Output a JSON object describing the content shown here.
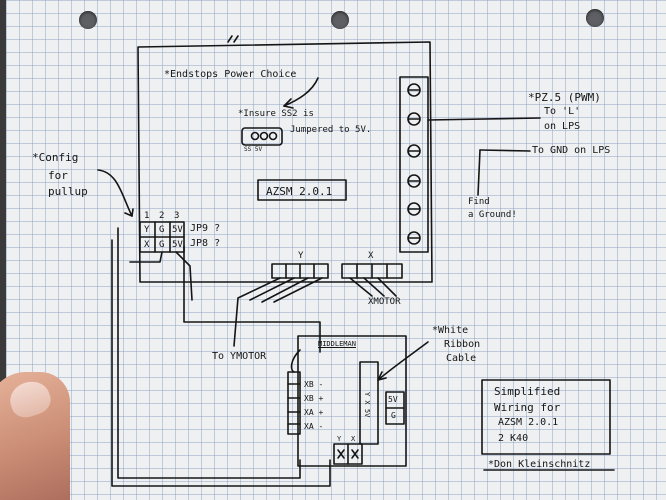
{
  "notes": {
    "endstops": "*Endstops Power Choice",
    "insure": "*Insure SS2 is",
    "jumpered": "Jumpered to 5V.",
    "ss2_pins": "SS 5V",
    "board_name": "AZSM 2.0.1",
    "config1": "*Config",
    "config2": "for",
    "config3": "pullup",
    "pz5": "*PZ.5 (PWM)",
    "to_l": "To 'L'",
    "on_lps": "on LPS",
    "to_gnd": "To GND on LPS",
    "find1": "Find",
    "find2": "a Ground!",
    "y_conn": "Y",
    "x_conn": "X",
    "xmotor": "XMOTOR",
    "to_ymotor": "To YMOTOR",
    "white1": "*White",
    "white2": "Ribbon",
    "white3": "Cable",
    "middleman": "MIDDLEMAN",
    "simplified1": "Simplified",
    "simplified2": "Wiring for",
    "simplified3": "AZSM 2.0.1",
    "simplified4": "2 K40",
    "author": "*Don Kleinschnitz"
  },
  "jumpers": {
    "col_headers": [
      "1",
      "2",
      "3"
    ],
    "rows": [
      {
        "cells": [
          "Y",
          "G",
          "5V"
        ],
        "label": "JP9 ?"
      },
      {
        "cells": [
          "X",
          "G",
          "5V"
        ],
        "label": "JP8 ?"
      }
    ]
  },
  "middleman": {
    "pins_left": [
      "XB -",
      "XB +",
      "XA +",
      "XA -"
    ],
    "pins_right": [
      "5V",
      "G"
    ],
    "ribbon_label": "Y X 5V",
    "bottom_pins": [
      "Y",
      "X"
    ]
  }
}
